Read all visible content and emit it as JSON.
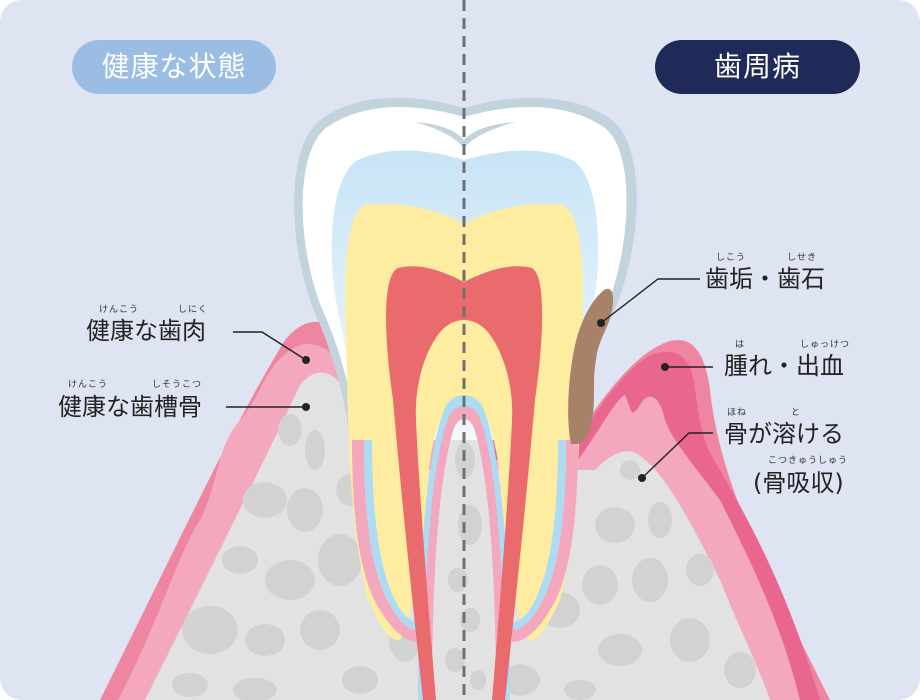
{
  "headers": {
    "healthy": "健康な状態",
    "disease": "歯周病"
  },
  "labels_left": [
    {
      "text": "健康な歯肉",
      "ruby": [
        {
          "text": "けんこう",
          "over": "健康"
        },
        {
          "text": "しにく",
          "over": "歯肉"
        }
      ]
    },
    {
      "text": "健康な歯槽骨",
      "ruby": [
        {
          "text": "けんこう",
          "over": "健康"
        },
        {
          "text": "しそうこつ",
          "over": "歯槽骨"
        }
      ]
    }
  ],
  "labels_right": [
    {
      "text": "歯垢・歯石",
      "ruby": [
        {
          "text": "しこう",
          "over": "歯垢"
        },
        {
          "text": "しせき",
          "over": "歯石"
        }
      ]
    },
    {
      "text": "腫れ・出血",
      "ruby": [
        {
          "text": "は",
          "over": "腫"
        },
        {
          "text": "しゅっけつ",
          "over": "出血"
        }
      ]
    },
    {
      "text": "骨が溶ける",
      "ruby": [
        {
          "text": "ほね",
          "over": "骨"
        },
        {
          "text": "と",
          "over": "溶"
        }
      ]
    },
    {
      "text": "(骨吸収)",
      "ruby": [
        {
          "text": "こつきゅうしゅう",
          "over": "骨吸収"
        }
      ]
    }
  ],
  "colors": {
    "background": "#dfe4f2",
    "healthy_pill": "#9bbde4",
    "disease_pill": "#1f2a58",
    "gum_outer": "#ee86a2",
    "gum_inflamed": "#e9668e",
    "gum_inner": "#f3a8bd",
    "bone": "#e2e2e2",
    "bone_pore": "#d2d2d2",
    "enamel": "#ffffff",
    "enamel_outline": "#c3d3de",
    "dentin_top": "#cae6f7",
    "dentin_yellow": "#feeda0",
    "pulp": "#ea6b6d",
    "ligament_blue": "#acdbf3",
    "tartar": "#a88268",
    "divider": "#707070",
    "leader_line": "#222222"
  }
}
